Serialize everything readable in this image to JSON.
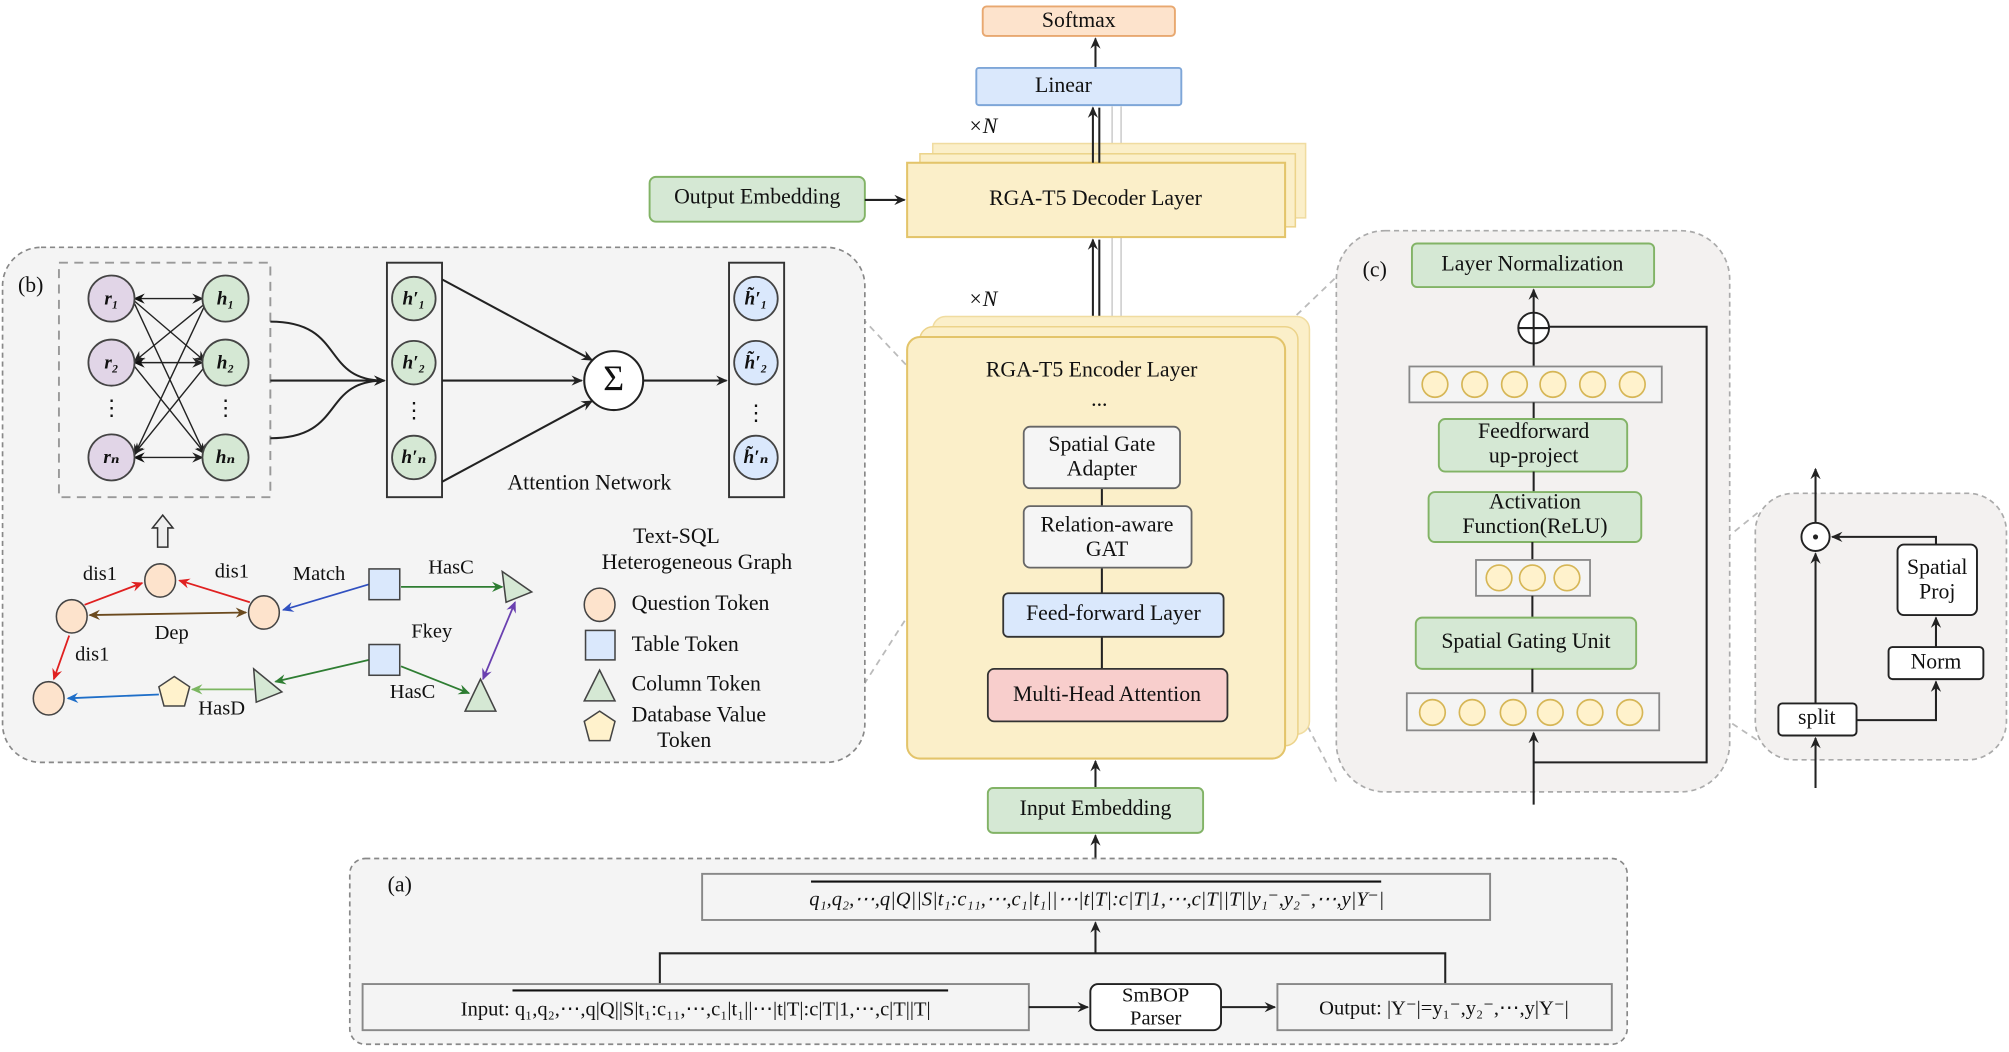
{
  "top": {
    "softmax": "Softmax",
    "linear": "Linear",
    "repeat_decoder": "×N",
    "decoder_layer": "RGA-T5 Decoder Layer",
    "output_embedding": "Output Embedding",
    "repeat_encoder": "×N",
    "encoder_layer": "RGA-T5 Encoder Layer",
    "encoder_ellipsis": "...",
    "spatial_gate_adapter": [
      "Spatial Gate",
      "Adapter"
    ],
    "relation_gat": [
      "Relation-aware",
      "GAT"
    ],
    "feed_forward": "Feed-forward Layer",
    "multi_head_attention": "Multi-Head Attention",
    "input_embedding": "Input Embedding"
  },
  "panel_a": {
    "tag": "(a)",
    "combined_sequence": "q₁,q₂,⋯,q|Q||S|t₁:c₁₁,⋯,c₁|t₁||⋯|t|T|:c|T|1,⋯,c|T||T||y₁⁻,y₂⁻,⋯,y|Y⁻|",
    "input": "Input: q₁,q₂,⋯,q|Q||S|t₁:c₁₁,⋯,c₁|t₁||⋯|t|T|:c|T|1,⋯,c|T||T|",
    "parser": [
      "SmBOP",
      "Parser"
    ],
    "output": "Output: |Y⁻|=y₁⁻,y₂⁻,⋯,y|Y⁻|"
  },
  "panel_b": {
    "tag": "(b)",
    "r_nodes": [
      "r₁",
      "r₂",
      "rₙ"
    ],
    "h_nodes": [
      "h₁",
      "h₂",
      "hₙ"
    ],
    "h_prime_nodes": [
      "h′₁",
      "h′₂",
      "h′ₙ"
    ],
    "h_tilde_nodes": [
      "h̃′₁",
      "h̃′₂",
      "h̃′ₙ"
    ],
    "ellipsis": "⋮",
    "sum_symbol": "Σ",
    "attention_network": "Attention Network",
    "graph_title": [
      "Text-SQL",
      "Heterogeneous Graph"
    ],
    "edge_labels": {
      "dis1_a": "dis1",
      "dis1_b": "dis1",
      "match": "Match",
      "hasc_a": "HasC",
      "dep": "Dep",
      "fkey": "Fkey",
      "dis1_c": "dis1",
      "hasd": "HasD",
      "hasc_b": "HasC"
    },
    "legend": [
      "Question Token",
      "Table Token",
      "Column Token",
      "Database Value",
      "Token"
    ]
  },
  "panel_c": {
    "tag": "(c)",
    "layer_norm": "Layer Normalization",
    "feedforward": [
      "Feedforward",
      "up-project"
    ],
    "activation": [
      "Activation",
      "Function(ReLU)"
    ],
    "sgu": "Spatial Gating Unit"
  },
  "sgu_detail": {
    "split": "split",
    "norm": "Norm",
    "spatial_proj": [
      "Spatial",
      "Proj"
    ],
    "multiply_symbol": "⊙"
  },
  "colors": {
    "green_fill": "#d5e8d4",
    "green_stroke": "#82b366",
    "blue_fill": "#dae8fc",
    "blue_stroke": "#6c8ebf",
    "yellow_fill": "#fbefc9",
    "yellow_stroke": "#e3c46a",
    "orange_fill": "#fde3cc",
    "pink_fill": "#f8cecc",
    "purple_fill": "#e1d5e7",
    "neuron_fill": "#fff2cc"
  }
}
